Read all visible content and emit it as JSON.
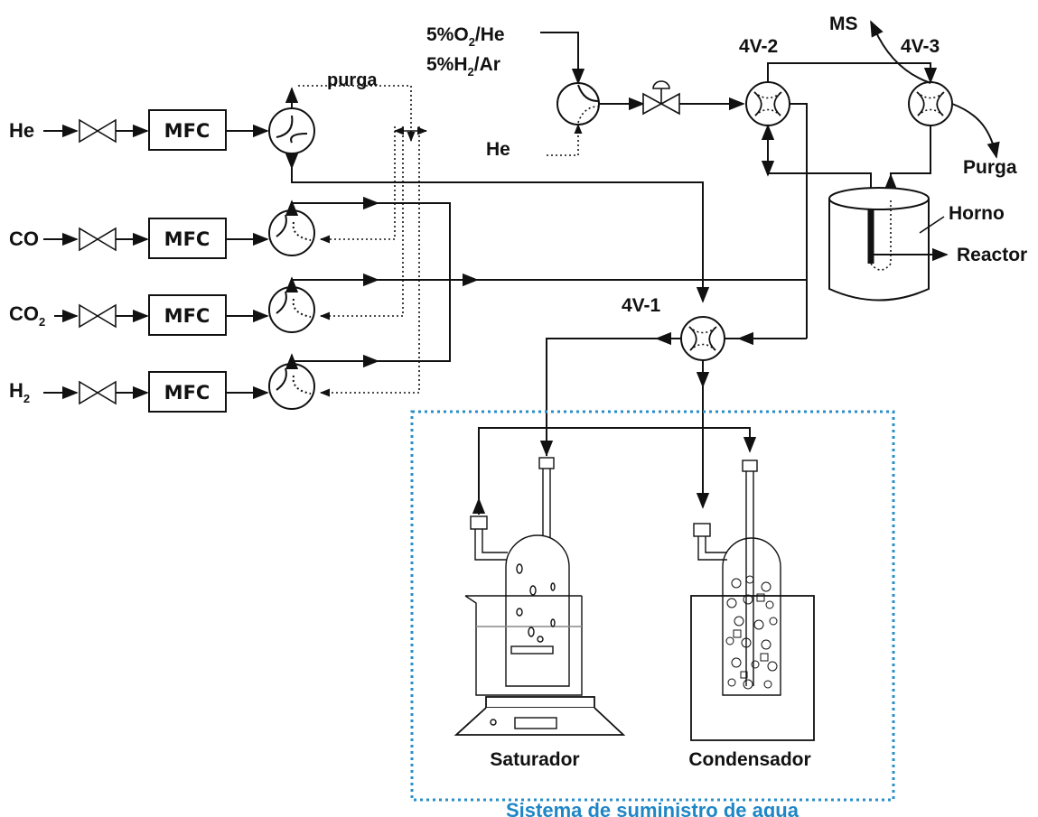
{
  "gases": [
    {
      "main": "He",
      "sub": ""
    },
    {
      "main": "CO",
      "sub": ""
    },
    {
      "main": "CO",
      "sub": "2"
    },
    {
      "main": "H",
      "sub": "2"
    }
  ],
  "mfc_label": "MFC",
  "purga_top": "purga",
  "feed": {
    "line1_a": "5%O",
    "line1_sub": "2",
    "line1_b": "/He",
    "line2_a": "5%H",
    "line2_sub": "2",
    "line2_b": "/Ar",
    "he": "He"
  },
  "valves": {
    "v1": "4V-1",
    "v2": "4V-2",
    "v3": "4V-3"
  },
  "ms": "MS",
  "purga_right": "Purga",
  "horno": "Horno",
  "reactor": "Reactor",
  "saturador": "Saturador",
  "condensador": "Condensador",
  "water_system": "Sistema de suministro de agua",
  "colors": {
    "line": "#111111",
    "water_box": "#2a8fc9",
    "water_title": "#1f86c6"
  }
}
